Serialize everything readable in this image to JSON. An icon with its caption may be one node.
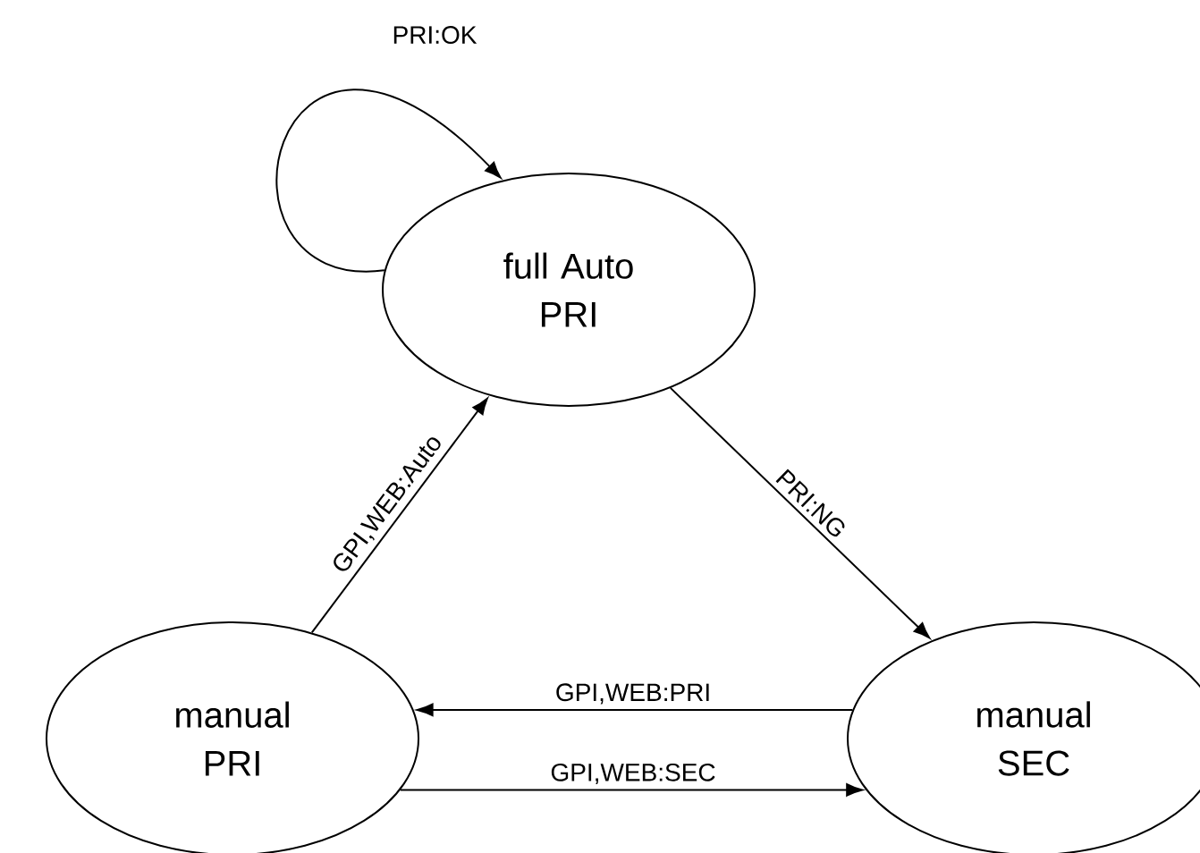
{
  "diagram": {
    "nodes": [
      {
        "text": [
          "full Auto PRI"
        ]
      },
      {
        "text": [
          "manual PRI"
        ]
      },
      {
        "text": [
          "manual SEC"
        ]
      }
    ],
    "edges": [
      {
        "from": 0,
        "to": 0,
        "arrow": "to",
        "label": "PRI:OK"
      },
      {
        "from": 1,
        "to": 0,
        "arrow": "to",
        "label": "GPI,WEB:Auto"
      },
      {
        "from": 0,
        "to": 2,
        "arrow": "to",
        "label": "PRI:NG"
      },
      {
        "from": 2,
        "to": 1,
        "arrow": "to",
        "label": "GPI,WEB:PRI"
      },
      {
        "from": 1,
        "to": 2,
        "arrow": "to",
        "label": "GPI,WEB:SEC"
      }
    ]
  }
}
